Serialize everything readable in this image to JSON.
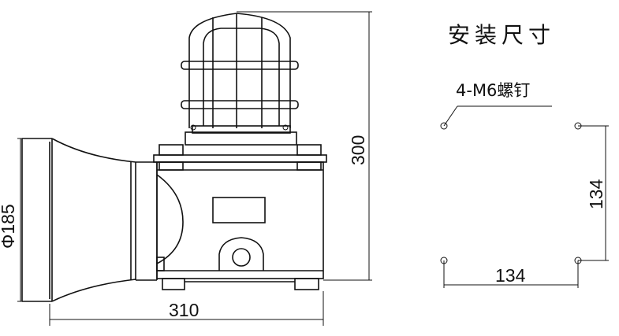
{
  "title": "安装尺寸",
  "dimensions": {
    "width": "310",
    "height": "300",
    "diameter": "Φ185",
    "hole_spacing_horizontal": "134",
    "hole_spacing_vertical": "134"
  },
  "mounting_note": "4-M6螺钉"
}
